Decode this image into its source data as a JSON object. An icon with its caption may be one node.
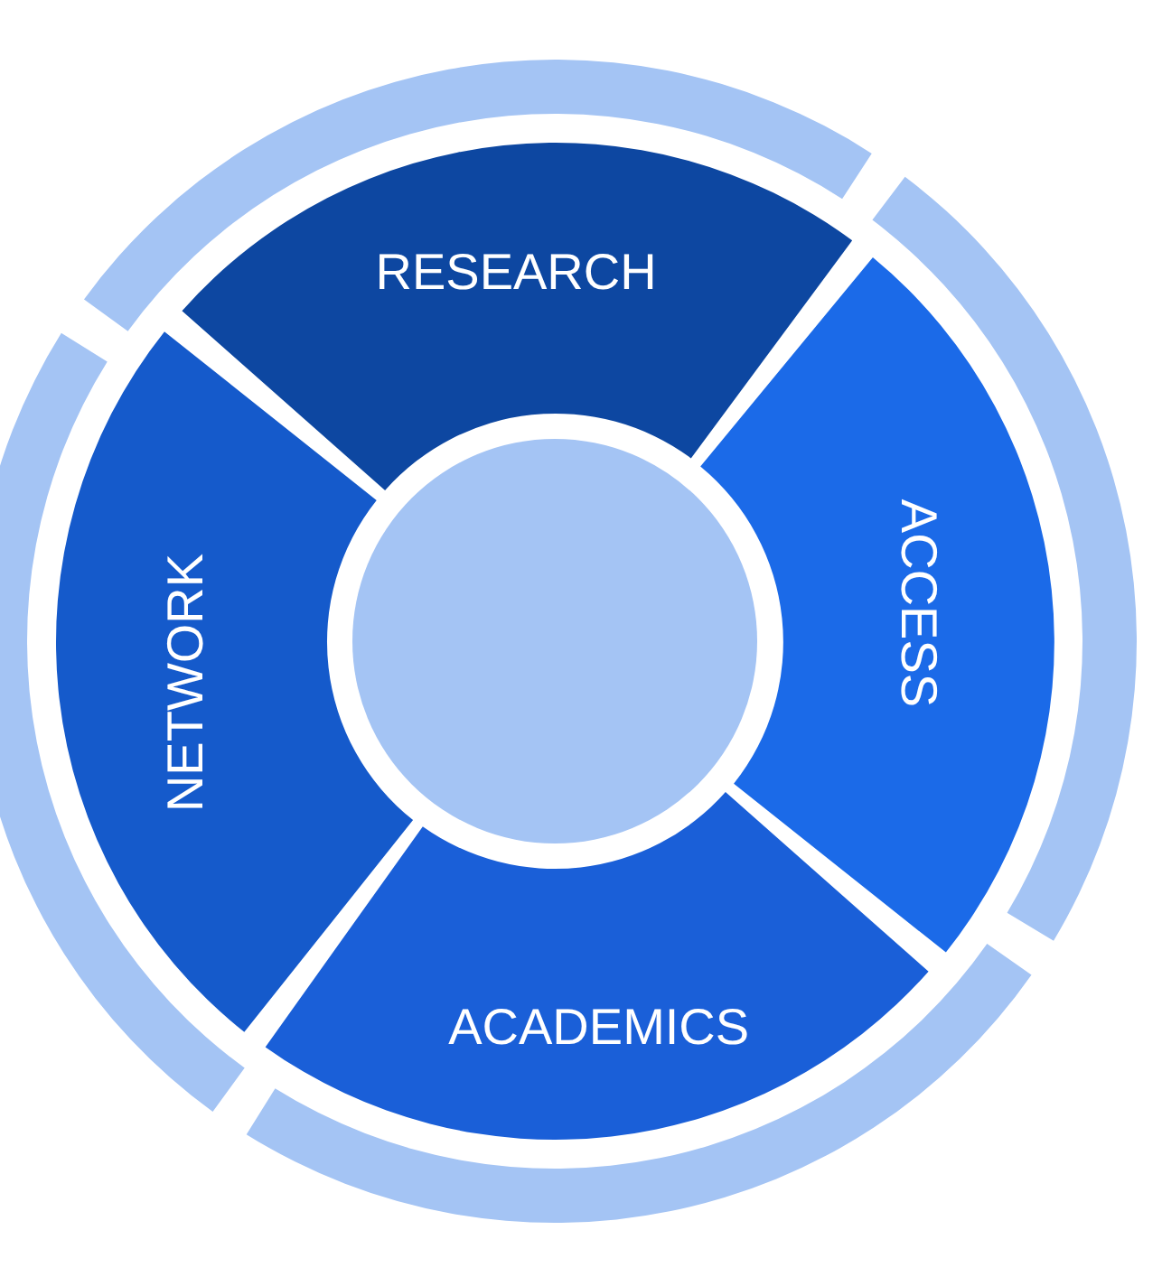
{
  "diagram": {
    "nodes": [
      {
        "text": [
          "RESEARCH"
        ]
      },
      {
        "text": [
          "ACCESS"
        ]
      },
      {
        "text": [
          "ACADEMICS"
        ]
      },
      {
        "text": [
          "NETWORK"
        ]
      },
      {
        "text": [],
        "shape": "circle"
      }
    ],
    "edges": []
  }
}
